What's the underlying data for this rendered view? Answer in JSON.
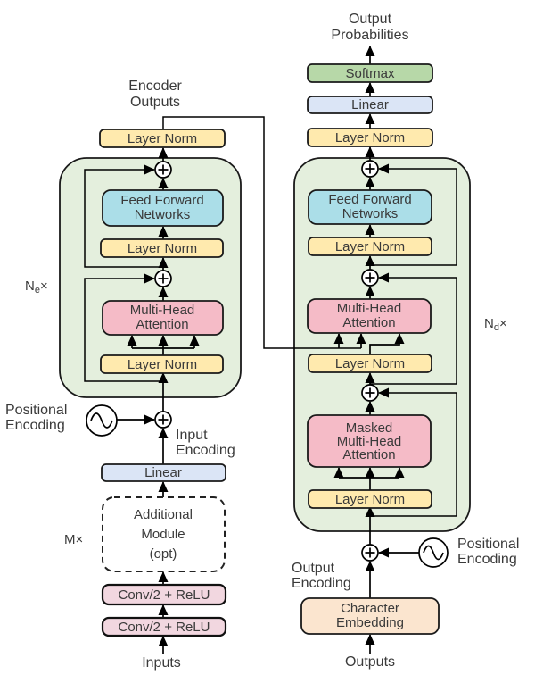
{
  "colors": {
    "block_bg": "#e4efdd",
    "layer_norm": "#ffeaae",
    "feed_forward": "#abdee8",
    "attention": "#f5bbc7",
    "softmax": "#b7d8a8",
    "linear": "#dbe5f6",
    "conv": "#f2d7e0",
    "embedding": "#fbe5cf"
  },
  "output_head": {
    "probabilities_lines": [
      "Output",
      "Probabilities"
    ],
    "softmax": "Softmax",
    "linear": "Linear",
    "layer_norm": "Layer Norm"
  },
  "encoder": {
    "outputs_label_lines": [
      "Encoder",
      "Outputs"
    ],
    "repeat_label": {
      "base": "N",
      "sub": "e",
      "times": "×"
    },
    "layer_norm_out": "Layer Norm",
    "ffn_lines": [
      "Feed Forward",
      "Networks"
    ],
    "layer_norm_ffn": "Layer Norm",
    "mha_lines": [
      "Multi-Head",
      "Attention"
    ],
    "layer_norm_mha": "Layer Norm"
  },
  "decoder": {
    "repeat_label": {
      "base": "N",
      "sub": "d",
      "times": "×"
    },
    "ffn_lines": [
      "Feed Forward",
      "Networks"
    ],
    "layer_norm_ffn": "Layer Norm",
    "mha_lines": [
      "Multi-Head",
      "Attention"
    ],
    "layer_norm_mha": "Layer Norm",
    "masked_mha_lines": [
      "Masked",
      "Multi-Head",
      "Attention"
    ],
    "layer_norm_masked": "Layer Norm"
  },
  "encoder_input": {
    "positional_encoding_lines": [
      "Positional",
      "Encoding"
    ],
    "input_encoding_lines": [
      "Input",
      "Encoding"
    ],
    "linear": "Linear",
    "module_repeat_label": "M×",
    "additional_module_lines": [
      "Additional",
      "Module",
      "(opt)"
    ],
    "conv1": "Conv/2 + ReLU",
    "conv2": "Conv/2 + ReLU",
    "inputs": "Inputs"
  },
  "decoder_input": {
    "positional_encoding_lines": [
      "Positional",
      "Encoding"
    ],
    "output_encoding_lines": [
      "Output",
      "Encoding"
    ],
    "embedding_lines": [
      "Character",
      "Embedding"
    ],
    "outputs": "Outputs"
  }
}
